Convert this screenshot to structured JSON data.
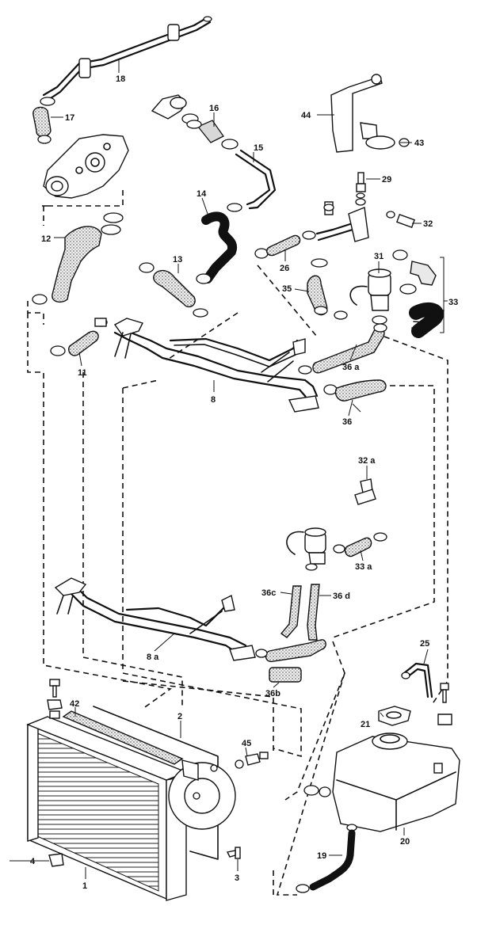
{
  "labels": {
    "p1": "1",
    "p2": "2",
    "p3": "3",
    "p4": "4",
    "p8": "8",
    "p8a": "8 a",
    "p11": "11",
    "p12": "12",
    "p13": "13",
    "p14": "14",
    "p15": "15",
    "p16": "16",
    "p17": "17",
    "p18": "18",
    "p19": "19",
    "p20": "20",
    "p21": "21",
    "p25": "25",
    "p26": "26",
    "p29": "29",
    "p31": "31",
    "p32": "32",
    "p32a": "32 a",
    "p33": "33",
    "p33a": "33 a",
    "p35": "35",
    "p36": "36",
    "p36a": "36 a",
    "p36b": "36b",
    "p36c": "36c",
    "p36d": "36 d",
    "p42": "42",
    "p43": "43",
    "p44": "44",
    "p45": "45"
  }
}
